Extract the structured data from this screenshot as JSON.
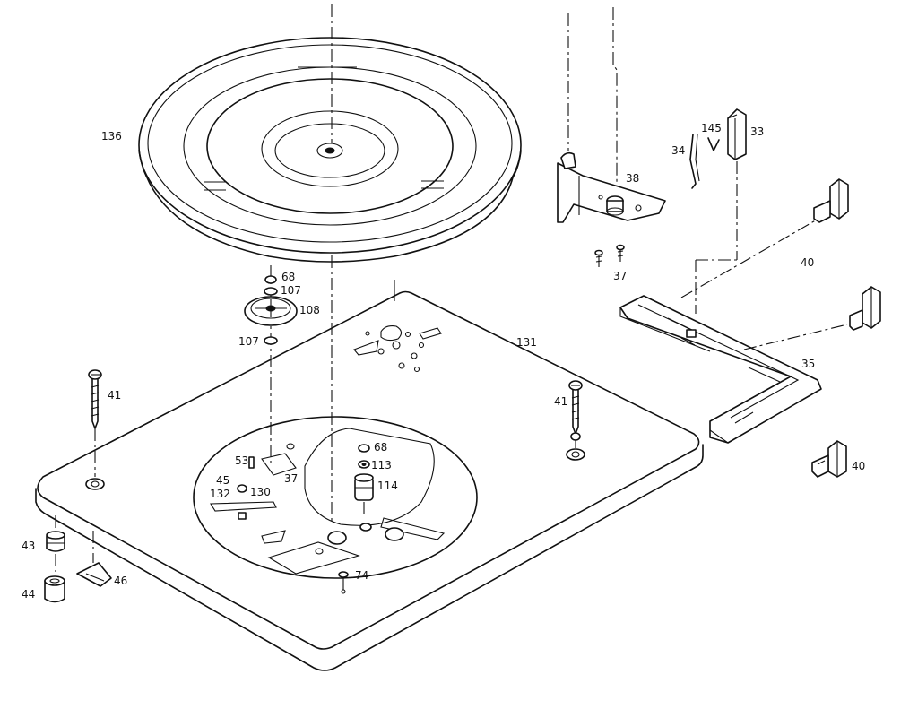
{
  "part_labels": {
    "turntable_platter": "136",
    "washer_68_top": "68",
    "washer_107_top": "107",
    "pulley_108": "108",
    "washer_107_bottom": "107",
    "mounting_board": "131",
    "bolt_41_left": "41",
    "bolt_41_right": "41",
    "washer_68_center": "68",
    "washer_113": "113",
    "roller_114": "114",
    "screw_74": "74",
    "item_53": "53",
    "item_45": "45",
    "item_132": "132",
    "item_130": "130",
    "plate_37_center": "37",
    "foot_43": "43",
    "foot_44": "44",
    "clip_46": "46",
    "tonearm_base_38": "38",
    "screws_37": "37",
    "spring_34": "34",
    "clip_145": "145",
    "block_33": "33",
    "rest_40_top": "40",
    "rest_40_bottom": "40",
    "bracket_35": "35"
  }
}
